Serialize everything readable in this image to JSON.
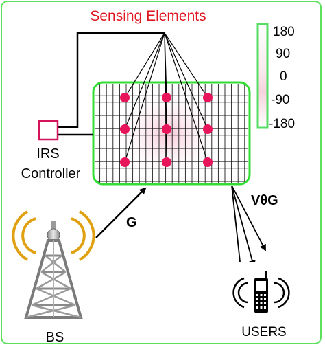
{
  "title": "Sensing Elements",
  "colorbar_labels": [
    "180",
    "90",
    "0",
    "-90",
    "-180"
  ],
  "irs_controller_label_line1": "IRS",
  "irs_controller_label_line2": "Controller",
  "channel_label_bs_to_irs": "G",
  "channel_label_irs_to_users": "VθG",
  "bs_label": "BS",
  "users_label": "USERS",
  "colors": {
    "title": "#e0141e",
    "frame": "#5ee05e",
    "irs_border": "#33dd33",
    "sensing_dot": "#e8155a",
    "controller_box": "#d4145a",
    "colorbar_border": "#55dd66",
    "tower_accent": "#e0a010"
  }
}
